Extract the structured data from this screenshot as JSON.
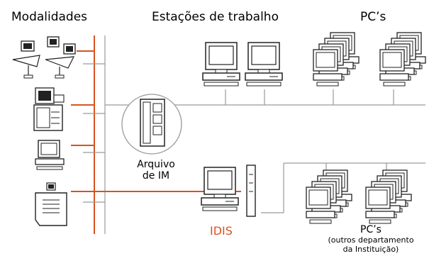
{
  "headings": {
    "modalities": "Modalidades",
    "workstations": "Estações de trabalho",
    "pcs": "PC’s"
  },
  "labels": {
    "archive_line1": "Arquivo",
    "archive_line2": "de IM",
    "idis": "IDIS",
    "other_pcs_line1": "PC’s",
    "other_pcs_line2": "(outros departamento",
    "other_pcs_line3": "da Instituição)"
  },
  "colors": {
    "accent": "#d9531e",
    "line": "#9a9a9a",
    "outline": "#222222"
  },
  "icons": {
    "modalities": [
      "x-ray-system-icon",
      "workstation-scanner-icon",
      "monitor-computer-icon",
      "film-printer-icon"
    ],
    "network_devices": [
      "archive-server-icon",
      "idis-workstation-icon",
      "workstation-computer-icon",
      "stacked-pcs-icon"
    ]
  }
}
